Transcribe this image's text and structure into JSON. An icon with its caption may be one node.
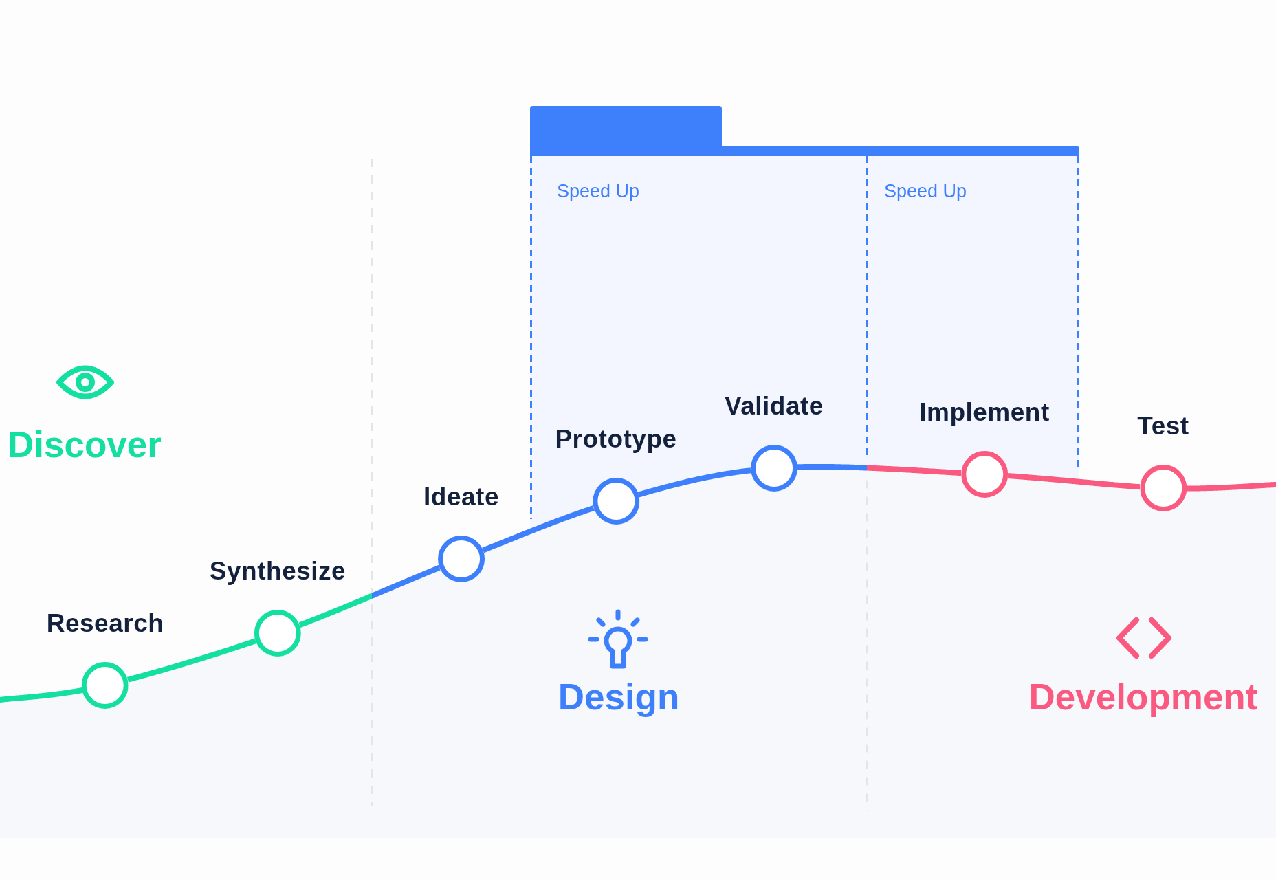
{
  "diagram": {
    "nodes": [
      {
        "text": [],
        "shape": "box"
      },
      {
        "text": [
          "Research"
        ]
      },
      {
        "text": [
          "Synthesize"
        ]
      },
      {
        "text": [
          "Ideate"
        ]
      },
      {
        "text": [
          "Prototype"
        ],
        "in": 0
      },
      {
        "text": [
          "Validate"
        ],
        "in": 0
      },
      {
        "text": [
          "Implement"
        ],
        "in": 0
      },
      {
        "text": [
          "Test"
        ]
      }
    ],
    "edges": [
      {
        "from": null,
        "to": 1,
        "arrow": "none",
        "color": "#12dfa0"
      },
      {
        "from": 1,
        "to": 2,
        "arrow": "none",
        "color": "#12dfa0"
      },
      {
        "from": 2,
        "to": 3,
        "arrow": "none",
        "color": "#12dfa0"
      },
      {
        "from": 3,
        "to": 4,
        "arrow": "none",
        "color": "#3e80fb"
      },
      {
        "from": 4,
        "to": 5,
        "arrow": "none",
        "color": "#3e80fb"
      },
      {
        "from": 5,
        "to": 6,
        "arrow": "none",
        "color": "#3e80fb"
      },
      {
        "from": 6,
        "to": 7,
        "arrow": "none",
        "color": "#fb5a80"
      },
      {
        "from": 7,
        "to": null,
        "arrow": "none",
        "color": "#fb5a80"
      }
    ],
    "labels": [
      "Speed Up",
      "Speed Up",
      "Discover",
      "Design",
      "Development"
    ]
  }
}
